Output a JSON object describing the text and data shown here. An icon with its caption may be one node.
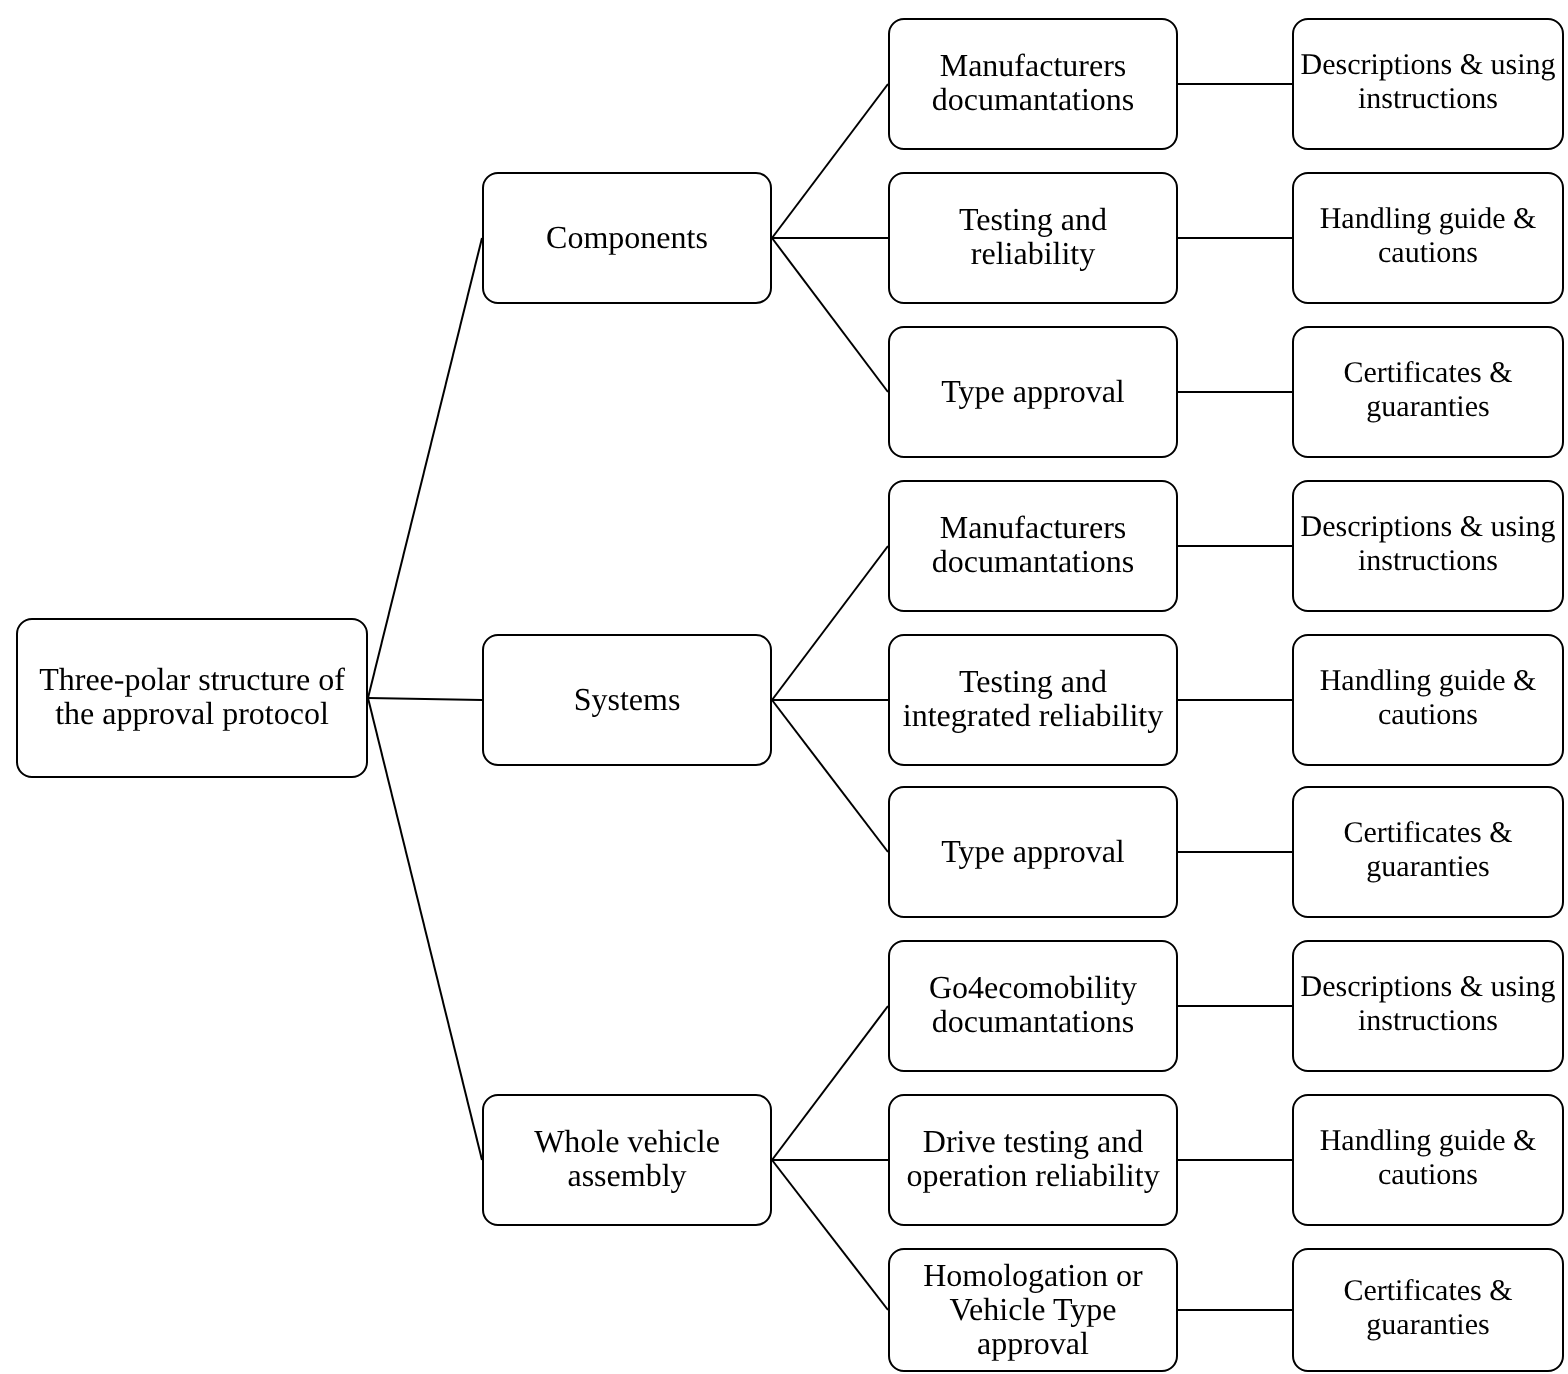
{
  "diagram": {
    "nodes": [
      {
        "text": [
          "Three-polar structure of the approval protocol"
        ]
      },
      {
        "text": [
          "Components"
        ]
      },
      {
        "text": [
          "Systems"
        ]
      },
      {
        "text": [
          "Whole vehicle assembly"
        ]
      },
      {
        "text": [
          "Manufacturers documantations"
        ]
      },
      {
        "text": [
          "Descriptions & using instructions"
        ]
      },
      {
        "text": [
          "Testing and reliability"
        ]
      },
      {
        "text": [
          "Handling guide & cautions"
        ]
      },
      {
        "text": [
          "Type approval"
        ]
      },
      {
        "text": [
          "Certificates & guaranties"
        ]
      },
      {
        "text": [
          "Manufacturers documantations"
        ]
      },
      {
        "text": [
          "Descriptions & using instructions"
        ]
      },
      {
        "text": [
          "Testing and integrated reliability"
        ]
      },
      {
        "text": [
          "Handling guide & cautions"
        ]
      },
      {
        "text": [
          "Type approval"
        ]
      },
      {
        "text": [
          "Certificates & guaranties"
        ]
      },
      {
        "text": [
          "Go4ecomobility documantations"
        ]
      },
      {
        "text": [
          "Descriptions & using instructions"
        ]
      },
      {
        "text": [
          "Drive testing and operation reliability"
        ]
      },
      {
        "text": [
          "Handling guide & cautions"
        ]
      },
      {
        "text": [
          "Homologation or Vehicle Type approval"
        ]
      },
      {
        "text": [
          "Certificates & guaranties"
        ]
      }
    ],
    "edges": [
      {
        "from": 0,
        "to": 1,
        "arrow": "none"
      },
      {
        "from": 0,
        "to": 2,
        "arrow": "none"
      },
      {
        "from": 0,
        "to": 3,
        "arrow": "none"
      },
      {
        "from": 1,
        "to": 4,
        "arrow": "none"
      },
      {
        "from": 1,
        "to": 6,
        "arrow": "none"
      },
      {
        "from": 1,
        "to": 8,
        "arrow": "none"
      },
      {
        "from": 2,
        "to": 10,
        "arrow": "none"
      },
      {
        "from": 2,
        "to": 12,
        "arrow": "none"
      },
      {
        "from": 2,
        "to": 14,
        "arrow": "none"
      },
      {
        "from": 3,
        "to": 16,
        "arrow": "none"
      },
      {
        "from": 3,
        "to": 18,
        "arrow": "none"
      },
      {
        "from": 3,
        "to": 20,
        "arrow": "none"
      },
      {
        "from": 4,
        "to": 5,
        "arrow": "none"
      },
      {
        "from": 6,
        "to": 7,
        "arrow": "none"
      },
      {
        "from": 8,
        "to": 9,
        "arrow": "none"
      },
      {
        "from": 10,
        "to": 11,
        "arrow": "none"
      },
      {
        "from": 12,
        "to": 13,
        "arrow": "none"
      },
      {
        "from": 14,
        "to": 15,
        "arrow": "none"
      },
      {
        "from": 16,
        "to": 17,
        "arrow": "none"
      },
      {
        "from": 18,
        "to": 19,
        "arrow": "none"
      },
      {
        "from": 20,
        "to": 21,
        "arrow": "none"
      }
    ]
  }
}
